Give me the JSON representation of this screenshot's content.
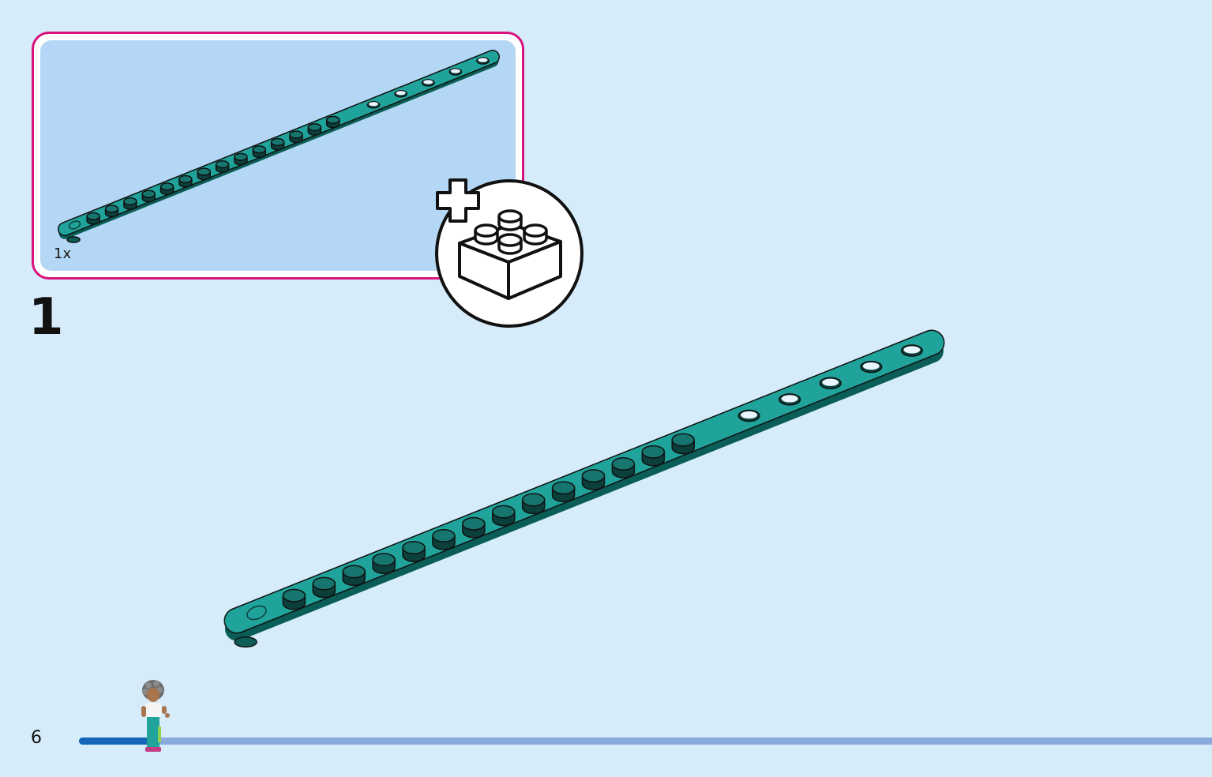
{
  "callout": {
    "part_quantity": "1x",
    "border_color": "#d8127d",
    "background_color": "#b3d7f4"
  },
  "step": {
    "number": "1"
  },
  "page": {
    "number": "6"
  },
  "progress": {
    "fraction": 0.065,
    "track_color": "#8aa9dc",
    "fill_color": "#1466b8"
  },
  "part": {
    "name": "bracelet-strip",
    "color": "#1fa39a",
    "stud_count": 14,
    "hole_count": 5
  },
  "icons": {
    "add_bricks": "plus-brick-icon",
    "minifigure": "minifigure-icon"
  }
}
